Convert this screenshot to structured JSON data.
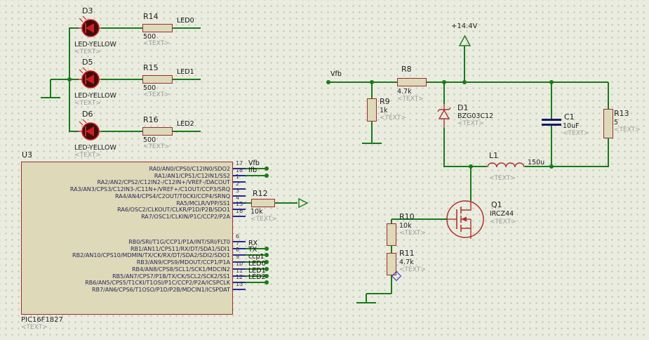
{
  "colors": {
    "wire": "#1a7a1a",
    "component_outline": "#9c2f2f",
    "component_fill": "#ded9b8",
    "pin": "#27279c",
    "background": "#e9ecdf",
    "led_fill": "#420c0c",
    "led_ring": "#cc2020",
    "capacitor": "#16166b",
    "marker_blue": "#2d2dc9"
  },
  "leds": [
    {
      "ref": "D3",
      "model": "LED-YELLOW",
      "placeholder": "<TEXT>",
      "resistor": {
        "ref": "R14",
        "value": "500",
        "placeholder": "<TEXT>"
      },
      "net": "LED0"
    },
    {
      "ref": "D5",
      "model": "LED-YELLOW",
      "placeholder": "<TEXT>",
      "resistor": {
        "ref": "R15",
        "value": "500",
        "placeholder": "<TEXT>"
      },
      "net": "LED1"
    },
    {
      "ref": "D6",
      "model": "LED-YELLOW",
      "placeholder": "<TEXT>",
      "resistor": {
        "ref": "R16",
        "value": "500",
        "placeholder": "<TEXT>"
      },
      "net": "LED2"
    }
  ],
  "mcu": {
    "ref": "U3",
    "part": "PIC16F1827",
    "placeholder": "<TEXT>",
    "pins_a": [
      {
        "name": "RA0/AN0/CPS0/C12IN0/SDO2",
        "num": "17",
        "net": "Vfb"
      },
      {
        "name": "RA1/AN1/CPS1/C12IN1/SS2",
        "num": "18",
        "net": "Ifb"
      },
      {
        "name": "RA2/AN2/CPS2/C12IN2-/C12IN+/VREF-/DACOUT",
        "num": "1"
      },
      {
        "name": "RA3/AN3/CPS3/C12IN3-/C11N+/VREF+/C1OUT/CCP3/SRQ",
        "num": "2"
      },
      {
        "name": "RA4/AN4/CPS4/C2OUT/T0CKI/CCP4/SRNQ",
        "num": "3"
      },
      {
        "name": "RA5/MCLR/VPP/SS1",
        "num": "4"
      },
      {
        "name": "RA6/OSC2/CLKOUT/CLKR/P1D/P2B/SDO1",
        "num": "15"
      },
      {
        "name": "RA7/OSC1/CLKIN/P1C/CCP2/P2A",
        "num": "16"
      }
    ],
    "pins_b": [
      {
        "name": "RB0/SRI/T1G/CCP1/P1A/INT/SRI/FLT0",
        "num": "6"
      },
      {
        "name": "RB1/AN11/CPS11/RX/DT/SDA1/SDI1",
        "num": "7",
        "net": "RX"
      },
      {
        "name": "RB2/AN10/CPS10/MDMIN/TX/CK/RX/DT/SDA2/SDI2/SDO1",
        "num": "8",
        "net": "TX"
      },
      {
        "name": "RB3/AN9/CPS9/MDOUT/CCP1/P1A",
        "num": "9",
        "net": "ccp1"
      },
      {
        "name": "RB4/AN8/CPS8/SCL1/SCK1/MDCIN2",
        "num": "10",
        "net": "LED0"
      },
      {
        "name": "RB5/AN7/CPS7/P1B/TX/CK/SCL2/SCK2/SS1",
        "num": "11",
        "net": "LED1"
      },
      {
        "name": "RB6/AN5/CPS5/T1CKI/T1OSI/P1C/CCP2/P2A/ICSPCLK",
        "num": "12",
        "net": "LED2"
      },
      {
        "name": "RB7/AN6/CPS6/T1OSO/P1D/P2B/MDCIN1/ICSPDAT",
        "num": "13"
      }
    ]
  },
  "r12": {
    "ref": "R12",
    "value": "10k",
    "placeholder": "<TEXT>"
  },
  "supply": {
    "label": "+14.4V"
  },
  "feedback": {
    "net": "Vfb"
  },
  "r8": {
    "ref": "R8",
    "value": "4.7k",
    "placeholder": "<TEXT>"
  },
  "r9": {
    "ref": "R9",
    "value": "1k",
    "placeholder": "<TEXT>"
  },
  "d1": {
    "ref": "D1",
    "model": "BZG03C12",
    "placeholder": "<TEXT>"
  },
  "c1": {
    "ref": "C1",
    "value": "10uF",
    "placeholder": "<TEXT>"
  },
  "r13": {
    "ref": "R13",
    "value": "5",
    "placeholder": "<TEXT>"
  },
  "l1": {
    "ref": "L1",
    "value": "150u",
    "placeholder": "<TEXT>"
  },
  "q1": {
    "ref": "Q1",
    "model": "IRCZ44",
    "placeholder": "<TEXT>"
  },
  "r10": {
    "ref": "R10",
    "value": "10k",
    "placeholder": "<TEXT>"
  },
  "r11": {
    "ref": "R11",
    "value": "4.7k",
    "placeholder": "<TEXT>"
  }
}
